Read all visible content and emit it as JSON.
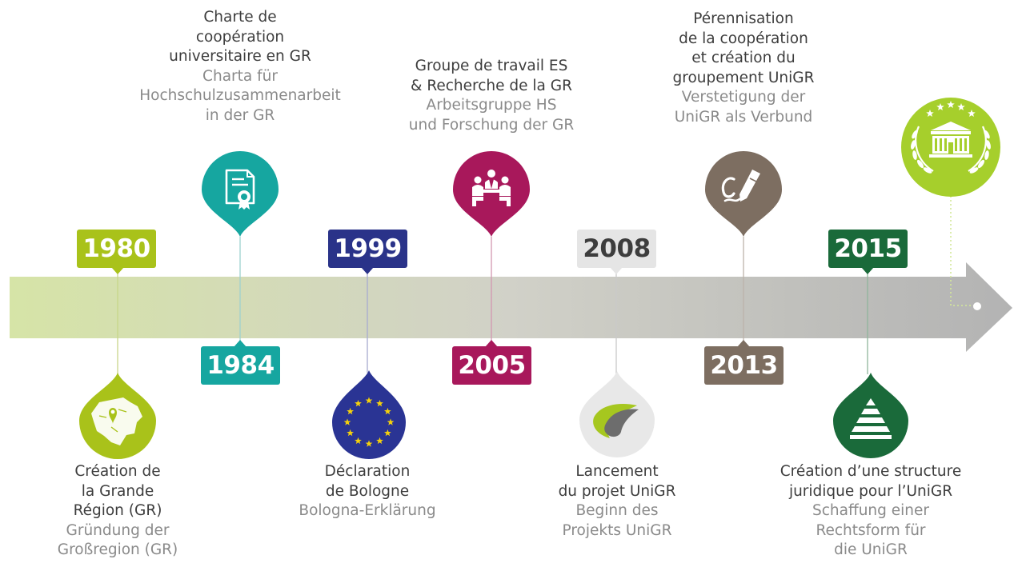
{
  "colors": {
    "lime": "#a9c21a",
    "teal": "#16a6a0",
    "navy": "#2a3389",
    "magenta": "#a8185b",
    "light_gray": "#e5e5e5",
    "brown": "#7d6e61",
    "dark_green": "#1a6a3a",
    "bright_green": "#a6cf2c",
    "eu_blue": "#2a3494",
    "star_yellow": "#f5d10c"
  },
  "events": [
    {
      "id": "1980",
      "year": "1980",
      "icon": "map-region-icon",
      "fr": [
        "Création de",
        "la Grande",
        "Région (GR)"
      ],
      "de": [
        "Gründung der",
        "Großregion (GR)"
      ]
    },
    {
      "id": "1984",
      "year": "1984",
      "icon": "certificate-icon",
      "fr": [
        "Charte de",
        "coopération",
        "universitaire en GR"
      ],
      "de": [
        "Charta für",
        "Hochschulzusammenarbeit",
        "in der GR"
      ]
    },
    {
      "id": "1999",
      "year": "1999",
      "icon": "eu-stars-icon",
      "fr": [
        "Déclaration",
        "de Bologne"
      ],
      "de": [
        "Bologna-Erklärung"
      ]
    },
    {
      "id": "2005",
      "year": "2005",
      "icon": "working-group-icon",
      "fr": [
        "Groupe de travail ES",
        "& Recherche de la GR"
      ],
      "de": [
        "Arbeitsgruppe HS",
        "und Forschung der GR"
      ]
    },
    {
      "id": "2008",
      "year": "2008",
      "icon": "unigr-logo-icon",
      "fr": [
        "Lancement",
        "du projet UniGR"
      ],
      "de": [
        "Beginn des",
        "Projekts UniGR"
      ]
    },
    {
      "id": "2013",
      "year": "2013",
      "icon": "signature-pen-icon",
      "fr": [
        "Pérennisation",
        "de la coopération",
        "et création du",
        "groupement UniGR"
      ],
      "de": [
        "Verstetigung der",
        "UniGR als Verbund"
      ]
    },
    {
      "id": "2015",
      "year": "2015",
      "icon": "legal-pyramid-icon",
      "fr": [
        "Création d’une structure",
        "juridique pour l’UniGR"
      ],
      "de": [
        "Schaffung einer",
        "Rechtsform für",
        "die UniGR"
      ]
    }
  ],
  "future": {
    "icon": "university-laurel-stars-icon"
  }
}
